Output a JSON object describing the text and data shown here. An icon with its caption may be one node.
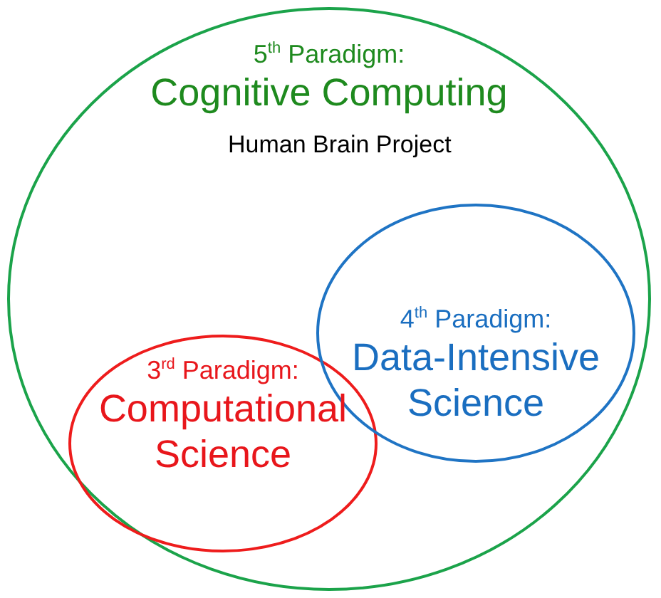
{
  "diagram": {
    "nodes": [
      {
        "text": [
          "5$^{th}$ Paradigm:",
          "Cognitive Computing"
        ]
      },
      {
        "text": [
          "3$^{rd}$ Paradigm:",
          "Computational Science"
        ],
        "in": 0
      },
      {
        "text": [
          "4$^{th}$ Paradigm:",
          "Data-Intensive Science"
        ],
        "in": 0
      }
    ],
    "labels": [
      "Human Brain Project"
    ]
  }
}
